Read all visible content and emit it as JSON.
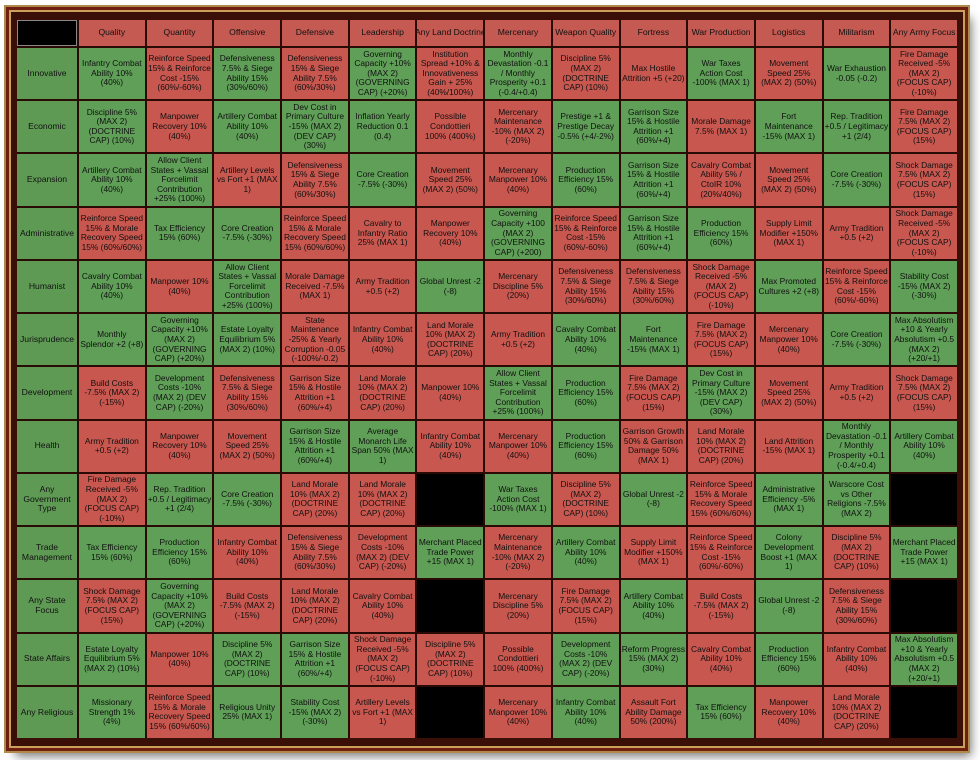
{
  "columns": [
    "Quality",
    "Quantity",
    "Offensive",
    "Defensive",
    "Leadership",
    "Any Land Doctrine",
    "Mercenary",
    "Weapon Quality",
    "Fortress",
    "War Production",
    "Logistics",
    "Militarism",
    "Any Army Focus"
  ],
  "rows": [
    "Innovative",
    "Economic",
    "Expansion",
    "Administrative",
    "Humanist",
    "Jurisprudence",
    "Development",
    "Health",
    "Any Government Type",
    "Trade Management",
    "Any State Focus",
    "State Affairs",
    "Any Religious"
  ],
  "cells": [
    [
      [
        "g",
        "Infantry Combat Ability 10% (40%)"
      ],
      [
        "r",
        "Reinforce Speed 15% & Reinforce Cost -15% (60%/-60%)"
      ],
      [
        "g",
        "Defensiveness 7.5% & Siege Ability 15% (30%/60%)"
      ],
      [
        "r",
        "Defensiveness 15% & Siege Ability 7.5% (60%/30%)"
      ],
      [
        "g",
        "Governing Capacity +10% (MAX 2) (GOVERNING CAP) (+20%)"
      ],
      [
        "r",
        "Institution Spread +10% & Innovativeness Gain + 25% (40%/100%)"
      ],
      [
        "g",
        "Monthly Devastation -0.1 / Monthly Prosperity +0.1 (-0.4/+0.4)"
      ],
      [
        "r",
        "Discipline 5% (MAX 2) (DOCTRINE CAP) (10%)"
      ],
      [
        "r",
        "Max Hostile Attrition +5 (+20)"
      ],
      [
        "g",
        "War Taxes Action Cost -100% (MAX 1)"
      ],
      [
        "r",
        "Movement Speed 25% (MAX 2) (50%)"
      ],
      [
        "g",
        "War Exhaustion -0.05 (-0.2)"
      ],
      [
        "r",
        "Fire Damage Received -5% (MAX 2) (FOCUS CAP) (-10%)"
      ]
    ],
    [
      [
        "g",
        "Discipline 5% (MAX 2) (DOCTRINE CAP) (10%)"
      ],
      [
        "r",
        "Manpower Recovery 10% (40%)"
      ],
      [
        "g",
        "Artillery Combat Ability 10% (40%)"
      ],
      [
        "g",
        "Dev Cost in Primary Culture -15% (MAX 2) (DEV CAP) (30%)"
      ],
      [
        "g",
        "Inflation Yearly Reduction 0.1 (0.4)"
      ],
      [
        "r",
        "Possible Condottieri 100% (400%)"
      ],
      [
        "r",
        "Mercenary Maintenance -10% (MAX 2) (-20%)"
      ],
      [
        "g",
        "Prestige +1 & Prestige Decay -0.5% (+4/-2%)"
      ],
      [
        "g",
        "Garrison Size 15% & Hostile Attrition +1 (60%/+4)"
      ],
      [
        "r",
        "Morale Damage 7.5% (MAX 1)"
      ],
      [
        "g",
        "Fort Maintenance -15% (MAX 1)"
      ],
      [
        "g",
        "Rep. Tradition +0.5 / Legitimacy +1 (2/4)"
      ],
      [
        "r",
        "Fire Damage 7.5% (MAX 2) (FOCUS CAP) (15%)"
      ]
    ],
    [
      [
        "g",
        "Artillery Combat Ability 10% (40%)"
      ],
      [
        "g",
        "Allow Client States + Vassal Forcelimit Contribution +25% (100%)"
      ],
      [
        "r",
        "Artillery Levels vs Fort +1 (MAX 1)"
      ],
      [
        "r",
        "Defensiveness 15% & Siege Ability 7.5% (60%/30%)"
      ],
      [
        "g",
        "Core Creation -7.5% (-30%)"
      ],
      [
        "r",
        "Movement Speed 25% (MAX 2) (50%)"
      ],
      [
        "r",
        "Mercenary Manpower 10% (40%)"
      ],
      [
        "g",
        "Production Efficiency 15% (60%)"
      ],
      [
        "g",
        "Garrison Size 15% & Hostile Attrition +1 (60%/+4)"
      ],
      [
        "r",
        "Cavalry Combat Ability 5% / CtoIR 10% (20%/40%)"
      ],
      [
        "r",
        "Movement Speed 25% (MAX 2) (50%)"
      ],
      [
        "g",
        "Core Creation -7.5% (-30%)"
      ],
      [
        "r",
        "Shock Damage 7.5% (MAX 2) (FOCUS CAP) (15%)"
      ]
    ],
    [
      [
        "r",
        "Reinforce Speed 15% & Morale Recovery Speed 15% (60%/60%)"
      ],
      [
        "g",
        "Tax Efficiency 15% (60%)"
      ],
      [
        "g",
        "Core Creation -7.5% (-30%)"
      ],
      [
        "r",
        "Reinforce Speed 15% & Morale Recovery Speed 15% (60%/60%)"
      ],
      [
        "r",
        "Cavalry to Infantry Ratio 25% (MAX 1)"
      ],
      [
        "r",
        "Manpower Recovery 10% (40%)"
      ],
      [
        "g",
        "Governing Capacity +100 (MAX 2) (GOVERNING CAP) (+200)"
      ],
      [
        "r",
        "Reinforce Speed 15% & Reinforce Cost -15% (60%/-60%)"
      ],
      [
        "g",
        "Garrison Size 15% & Hostile Attrition +1 (60%/+4)"
      ],
      [
        "g",
        "Production Efficiency 15% (60%)"
      ],
      [
        "r",
        "Supply Limit Modifier +150% (MAX 1)"
      ],
      [
        "r",
        "Army Tradition +0.5 (+2)"
      ],
      [
        "r",
        "Shock Damage Received -5% (MAX 2) (FOCUS CAP) (-10%)"
      ]
    ],
    [
      [
        "g",
        "Cavalry Combat Ability 10% (40%)"
      ],
      [
        "r",
        "Manpower 10% (40%)"
      ],
      [
        "g",
        "Allow Client States + Vassal Forcelimit Contribution +25% (100%)"
      ],
      [
        "r",
        "Morale Damage Received -7.5% (MAX 1)"
      ],
      [
        "r",
        "Army Tradition +0.5 (+2)"
      ],
      [
        "g",
        "Global Unrest -2 (-8)"
      ],
      [
        "r",
        "Mercenary Discipline 5% (20%)"
      ],
      [
        "r",
        "Defensiveness 7.5% & Siege Ability 15% (30%/60%)"
      ],
      [
        "r",
        "Defensiveness 7.5% & Siege Ability 15% (30%/60%)"
      ],
      [
        "r",
        "Shock Damage Received -5% (MAX 2) (FOCUS CAP) (-10%)"
      ],
      [
        "g",
        "Max Promoted Cultures +2 (+8)"
      ],
      [
        "r",
        "Reinforce Speed 15% & Reinforce Cost -15% (60%/-60%)"
      ],
      [
        "g",
        "Stability Cost -15% (MAX 2) (-30%)"
      ]
    ],
    [
      [
        "g",
        "Monthly Splendor +2 (+8)"
      ],
      [
        "g",
        "Governing Capacity +10% (MAX 2) (GOVERNING CAP) (+20%)"
      ],
      [
        "g",
        "Estate Loyalty Equilibrium 5% (MAX 2) (10%)"
      ],
      [
        "r",
        "State Maintenance -25% & Yearly Corruption -0.05 (-100%/-0.2)"
      ],
      [
        "r",
        "Infantry Combat Ability 10% (40%)"
      ],
      [
        "r",
        "Land Morale 10% (MAX 2) (DOCTRINE CAP) (20%)"
      ],
      [
        "r",
        "Army Tradition +0.5 (+2)"
      ],
      [
        "g",
        "Cavalry Combat Ability 10% (40%)"
      ],
      [
        "g",
        "Fort Maintenance -15% (MAX 1)"
      ],
      [
        "r",
        "Fire Damage 7.5% (MAX 2) (FOCUS CAP) (15%)"
      ],
      [
        "r",
        "Mercenary Manpower 10% (40%)"
      ],
      [
        "g",
        "Core Creation -7.5% (-30%)"
      ],
      [
        "g",
        "Max Absolutism +10 & Yearly Absolutism +0.5 (MAX 2) (+20/+1)"
      ]
    ],
    [
      [
        "r",
        "Build Costs -7.5% (MAX 2) (-15%)"
      ],
      [
        "g",
        "Development Costs -10% (MAX 2) (DEV CAP) (-20%)"
      ],
      [
        "r",
        "Defensiveness 7.5% & Siege Ability 15% (30%/60%)"
      ],
      [
        "r",
        "Garrison Size 15% & Hostile Attrition +1 (60%/+4)"
      ],
      [
        "r",
        "Land Morale 10% (MAX 2) (DOCTRINE CAP) (20%)"
      ],
      [
        "r",
        "Manpower 10% (40%)"
      ],
      [
        "g",
        "Allow Client States + Vassal Forcelimit Contribution +25% (100%)"
      ],
      [
        "g",
        "Production Efficiency 15% (60%)"
      ],
      [
        "r",
        "Fire Damage 7.5% (MAX 2) (FOCUS CAP) (15%)"
      ],
      [
        "g",
        "Dev Cost in Primary Culture -15% (MAX 2) (DEV CAP) (30%)"
      ],
      [
        "r",
        "Movement Speed 25% (MAX 2) (50%)"
      ],
      [
        "r",
        "Army Tradition +0.5 (+2)"
      ],
      [
        "r",
        "Shock Damage 7.5% (MAX 2) (FOCUS CAP) (15%)"
      ]
    ],
    [
      [
        "r",
        "Army Tradition +0.5 (+2)"
      ],
      [
        "r",
        "Manpower Recovery 10% (40%)"
      ],
      [
        "r",
        "Movement Speed 25% (MAX 2) (50%)"
      ],
      [
        "g",
        "Garrison Size 15% & Hostile Attrition +1 (60%/+4)"
      ],
      [
        "g",
        "Average Monarch Life Span 50% (MAX 1)"
      ],
      [
        "r",
        "Infantry Combat Ability 10% (40%)"
      ],
      [
        "r",
        "Mercenary Manpower 10% (40%)"
      ],
      [
        "g",
        "Production Efficiency 15% (60%)"
      ],
      [
        "r",
        "Garrison Growth 50% & Garrison Damage 50% (MAX 1)"
      ],
      [
        "r",
        "Land Morale 10% (MAX 2) (DOCTRINE CAP) (20%)"
      ],
      [
        "r",
        "Land Attrition -15% (MAX 1)"
      ],
      [
        "g",
        "Monthly Devastation -0.1 / Monthly Prosperity +0.1 (-0.4/+0.4)"
      ],
      [
        "g",
        "Artillery Combat Ability 10% (40%)"
      ]
    ],
    [
      [
        "r",
        "Fire Damage Received -5% (MAX 2) (FOCUS CAP) (-10%)"
      ],
      [
        "g",
        "Rep. Tradition +0.5 / Legitimacy +1 (2/4)"
      ],
      [
        "g",
        "Core Creation -7.5% (-30%)"
      ],
      [
        "r",
        "Land Morale 10% (MAX 2) (DOCTRINE CAP) (20%)"
      ],
      [
        "r",
        "Land Morale 10% (MAX 2) (DOCTRINE CAP) (20%)"
      ],
      [
        "x",
        ""
      ],
      [
        "g",
        "War Taxes Action Cost -100% (MAX 1)"
      ],
      [
        "r",
        "Discipline 5% (MAX 2) (DOCTRINE CAP) (10%)"
      ],
      [
        "g",
        "Global Unrest -2 (-8)"
      ],
      [
        "r",
        "Reinforce Speed 15% & Morale Recovery Speed 15% (60%/60%)"
      ],
      [
        "g",
        "Administrative Efficiency -5% (MAX 1)"
      ],
      [
        "g",
        "Warscore Cost vs Other Religions -7.5% (MAX 2)"
      ],
      [
        "x",
        ""
      ]
    ],
    [
      [
        "g",
        "Tax Efficiency 15% (60%)"
      ],
      [
        "g",
        "Production Efficiency 15% (60%)"
      ],
      [
        "r",
        "Infantry Combat Ability 10% (40%)"
      ],
      [
        "r",
        "Defensiveness 15% & Siege Ability 7.5% (60%/30%)"
      ],
      [
        "r",
        "Development Costs -10% (MAX 2) (DEV CAP) (-20%)"
      ],
      [
        "g",
        "Merchant Placed Trade Power +15 (MAX 1)"
      ],
      [
        "r",
        "Mercenary Maintenance -10% (MAX 2) (-20%)"
      ],
      [
        "g",
        "Artillery Combat Ability 10% (40%)"
      ],
      [
        "r",
        "Supply Limit Modifier +150% (MAX 1)"
      ],
      [
        "r",
        "Reinforce Speed 15% & Reinforce Cost -15% (60%/-60%)"
      ],
      [
        "g",
        "Colony Development Boost +1 (MAX 1)"
      ],
      [
        "r",
        "Discipline 5% (MAX 2) (DOCTRINE CAP) (10%)"
      ],
      [
        "g",
        "Merchant Placed Trade Power +15 (MAX 1)"
      ]
    ],
    [
      [
        "r",
        "Shock Damage 7.5% (MAX 2) (FOCUS CAP) (15%)"
      ],
      [
        "g",
        "Governing Capacity +10% (MAX 2) (GOVERNING CAP) (+20%)"
      ],
      [
        "r",
        "Build Costs -7.5% (MAX 2) (-15%)"
      ],
      [
        "r",
        "Land Morale 10% (MAX 2) (DOCTRINE CAP) (20%)"
      ],
      [
        "r",
        "Cavalry Combat Ability 10% (40%)"
      ],
      [
        "x",
        ""
      ],
      [
        "r",
        "Mercenary Discipline 5% (20%)"
      ],
      [
        "r",
        "Fire Damage 7.5% (MAX 2) (FOCUS CAP) (15%)"
      ],
      [
        "g",
        "Artillery Combat Ability 10% (40%)"
      ],
      [
        "r",
        "Build Costs -7.5% (MAX 2) (-15%)"
      ],
      [
        "g",
        "Global Unrest -2 (-8)"
      ],
      [
        "r",
        "Defensiveness 7.5% & Siege Ability 15% (30%/60%)"
      ],
      [
        "x",
        ""
      ]
    ],
    [
      [
        "g",
        "Estate Loyalty Equilibrium 5% (MAX 2) (10%)"
      ],
      [
        "r",
        "Manpower 10% (40%)"
      ],
      [
        "g",
        "Discipline 5% (MAX 2) (DOCTRINE CAP) (10%)"
      ],
      [
        "g",
        "Garrison Size 15% & Hostile Attrition +1 (60%/+4)"
      ],
      [
        "r",
        "Shock Damage Received -5% (MAX 2) (FOCUS CAP) (-10%)"
      ],
      [
        "r",
        "Discipline 5% (MAX 2) (DOCTRINE CAP) (10%)"
      ],
      [
        "r",
        "Possible Condottieri 100% (400%)"
      ],
      [
        "g",
        "Development Costs -10% (MAX 2) (DEV CAP) (-20%)"
      ],
      [
        "g",
        "Reform Progress 15% (MAX 2) (30%)"
      ],
      [
        "r",
        "Cavalry Combat Ability 10% (40%)"
      ],
      [
        "g",
        "Production Efficiency 15% (60%)"
      ],
      [
        "r",
        "Infantry Combat Ability 10% (40%)"
      ],
      [
        "g",
        "Max Absolutism +10 & Yearly Absolutism +0.5 (MAX 2) (+20/+1)"
      ]
    ],
    [
      [
        "g",
        "Missionary Strength 1% (4%)"
      ],
      [
        "r",
        "Reinforce Speed 15% & Morale Recovery Speed 15% (60%/60%)"
      ],
      [
        "g",
        "Religious Unity 25% (MAX 1)"
      ],
      [
        "g",
        "Stability Cost -15% (MAX 2) (-30%)"
      ],
      [
        "r",
        "Artillery Levels vs Fort +1 (MAX 1)"
      ],
      [
        "x",
        ""
      ],
      [
        "r",
        "Mercenary Manpower 10% (40%)"
      ],
      [
        "g",
        "Infantry Combat Ability 10% (40%)"
      ],
      [
        "r",
        "Assault Fort Ability Damage 50% (200%)"
      ],
      [
        "g",
        "Tax Efficiency 15% (60%)"
      ],
      [
        "r",
        "Manpower Recovery 10% (40%)"
      ],
      [
        "r",
        "Land Morale 10% (MAX 2) (DOCTRINE CAP) (20%)"
      ],
      [
        "x",
        ""
      ]
    ]
  ]
}
